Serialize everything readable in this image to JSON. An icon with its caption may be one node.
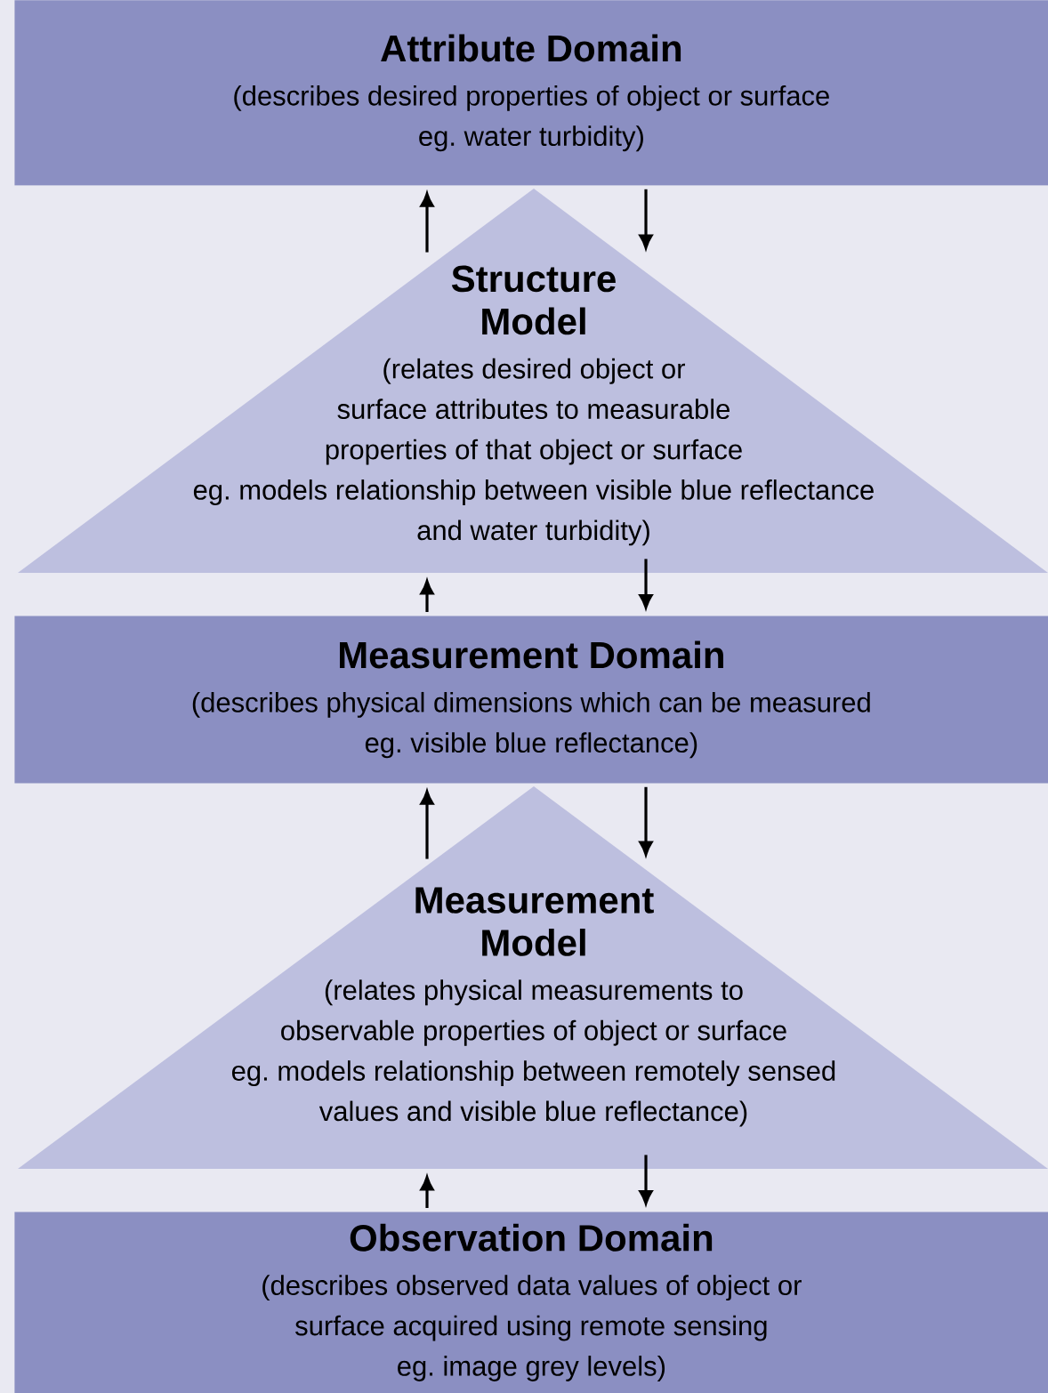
{
  "diagram": {
    "nodes": [
      {
        "text": [
          "Attribute Domain",
          "(describes desired properties of object or surface eg. water turbidity)"
        ]
      },
      {
        "text": [
          "Structure Model",
          "(relates desired object or surface attributes to measurable properties of that object or surface eg. models relationship between visible blue reflectance and water turbidity)"
        ]
      },
      {
        "text": [
          "Measurement Domain",
          "(describes physical dimensions which can be measured eg. visible blue reflectance)"
        ]
      },
      {
        "text": [
          "Measurement Model",
          "(relates physical measurements to observable properties of object or surface eg. models relationship between remotely sensed values and visible blue reflectance)"
        ]
      },
      {
        "text": [
          "Observation Domain",
          "(describes observed data values of object or surface acquired using remote sensing eg. image grey levels)"
        ]
      }
    ],
    "edges": [
      {
        "from": 1,
        "to": 0,
        "arrow": "to"
      },
      {
        "from": 0,
        "to": 1,
        "arrow": "to"
      },
      {
        "from": 2,
        "to": 1,
        "arrow": "to"
      },
      {
        "from": 1,
        "to": 2,
        "arrow": "to"
      },
      {
        "from": 3,
        "to": 2,
        "arrow": "to"
      },
      {
        "from": 2,
        "to": 3,
        "arrow": "to"
      },
      {
        "from": 4,
        "to": 3,
        "arrow": "to"
      },
      {
        "from": 3,
        "to": 4,
        "arrow": "to"
      }
    ]
  }
}
